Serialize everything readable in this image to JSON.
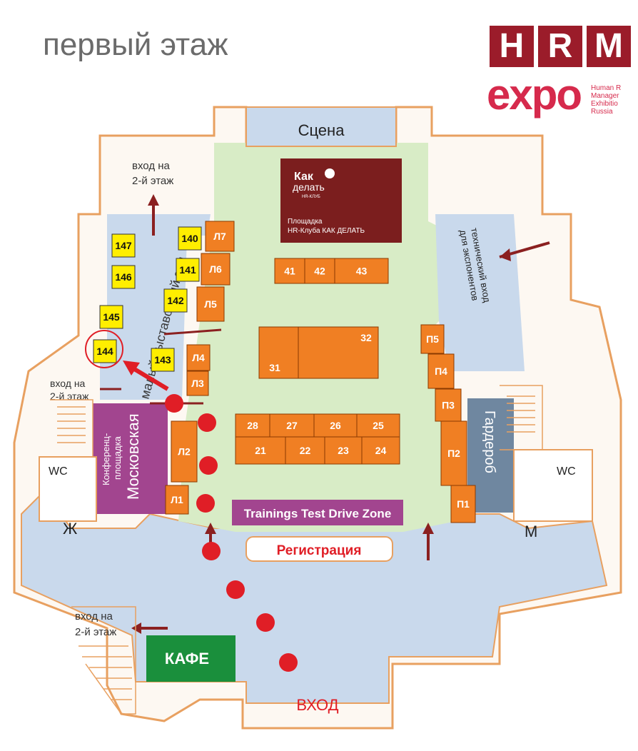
{
  "title": "первый этаж",
  "logo": {
    "letters": [
      "H",
      "R",
      "M"
    ],
    "expo": "expo",
    "lines": [
      "Human R",
      "Manager",
      "Exhibitio",
      "Russia"
    ]
  },
  "labels": {
    "stage": "Сцена",
    "upstairs_top": [
      "вход на",
      "2-й этаж"
    ],
    "upstairs_left": [
      "вход на",
      "2-й этаж"
    ],
    "upstairs_bottom": [
      "вход на",
      "2-й этаж"
    ],
    "kak_line1": "Как",
    "kak_line2": "делать",
    "kak_small": "HR-КЛУБ",
    "kak_area": [
      "Площадка",
      "HR-Клуба  КАК ДЕЛАТЬ"
    ],
    "small_hall": "малый выставочный зал",
    "tech_entrance": [
      "технический вход",
      "для экспонентов"
    ],
    "moscow_hall": [
      "Конференц-",
      "площадка",
      "Московская"
    ],
    "wardrobe": "Гардероб",
    "wc_left": "WC",
    "wc_right": "WC",
    "women": "Ж",
    "men": "М",
    "trainings": "Trainings Test Drive Zone",
    "registration": "Регистрация",
    "cafe": "КАФЕ",
    "entrance": "ВХОД"
  },
  "booths_yellow": [
    "147",
    "146",
    "145",
    "144",
    "140",
    "141",
    "142",
    "143"
  ],
  "booths_left": [
    "Л7",
    "Л6",
    "Л5",
    "Л4",
    "Л3",
    "Л2",
    "Л1"
  ],
  "booths_right": [
    "П5",
    "П4",
    "П3",
    "П2",
    "П1"
  ],
  "booths_center": [
    "41",
    "42",
    "43",
    "31",
    "32",
    "28",
    "27",
    "26",
    "25",
    "21",
    "22",
    "23",
    "24"
  ],
  "colors": {
    "booth_orange": "#f07f23",
    "booth_yellow": "#ffee00",
    "hall_blue": "#c9d9ec",
    "floor_green": "#d8ecc6",
    "kak_brown": "#7b1e1e",
    "moscow_purple": "#a2458f",
    "wardrobe_grey": "#6f87a0",
    "cafe_green": "#1a8f3c",
    "route_red": "#e01e26",
    "wall_orange": "#e8a060"
  }
}
